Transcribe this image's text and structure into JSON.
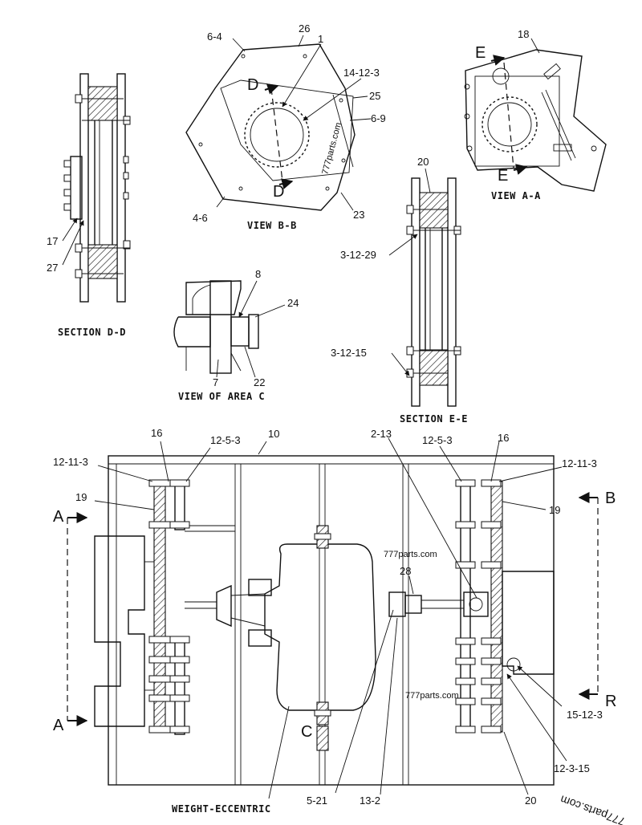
{
  "diagram": {
    "captions": {
      "section_dd": "SECTION D-D",
      "view_bb": "VIEW B-B",
      "view_aa": "VIEW A-A",
      "view_area_c": "VIEW OF AREA C",
      "section_ee": "SECTION E-E",
      "weight_eccentric": "WEIGHT-ECCENTRIC"
    },
    "section_marks": {
      "a_top": "A",
      "a_bottom": "A",
      "b_top": "B",
      "b_bottom": "R",
      "c": "C",
      "d_top": "D",
      "d_bottom": "D",
      "e_top": "E",
      "e_bottom": "E"
    },
    "callouts": {
      "c_6_4": "6-4",
      "c_26": "26",
      "c_1": "1",
      "c_14_12_3": "14-12-3",
      "c_25": "25",
      "c_6_9": "6-9",
      "c_4_6": "4-6",
      "c_23": "23",
      "c_18": "18",
      "c_20_top": "20",
      "c_3_12_29": "3-12-29",
      "c_3_12_15": "3-12-15",
      "c_8": "8",
      "c_24": "24",
      "c_7": "7",
      "c_22": "22",
      "c_17": "17",
      "c_27": "27",
      "c_16_left": "16",
      "c_12_5_3_left": "12-5-3",
      "c_10": "10",
      "c_2_13": "2-13",
      "c_12_5_3_right": "12-5-3",
      "c_16_right": "16",
      "c_12_11_3_left": "12-11-3",
      "c_12_11_3_right": "12-11-3",
      "c_19_left": "19",
      "c_19_right": "19",
      "c_28": "28",
      "c_15_12_3": "15-12-3",
      "c_12_3_15": "12-3-15",
      "c_5_21": "5-21",
      "c_13_2": "13-2",
      "c_20_bottom": "20"
    },
    "watermarks": {
      "w1": "777parts.com",
      "w2": "777parts.com",
      "w3": "777parts.com",
      "w4": "777parts.com"
    }
  }
}
